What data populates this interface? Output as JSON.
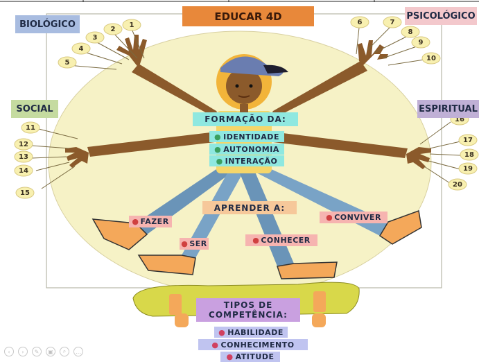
{
  "title": "EDUCAR 4D",
  "dimensions": {
    "biologico": "BIOLÓGICO",
    "psicologico": "PSICOLÓGICO",
    "social": "SOCIAL",
    "espiritual": "ESPIRITUAL"
  },
  "formacao": {
    "heading": "FORMAÇÃO DA:",
    "items": [
      "IDENTIDADE",
      "AUTONOMIA",
      "INTERAÇÃO"
    ]
  },
  "aprender": {
    "heading": "APRENDER A:",
    "items": [
      "FAZER",
      "SER",
      "CONHECER",
      "CONVIVER"
    ]
  },
  "competencia": {
    "heading_line1": "TIPOS DE",
    "heading_line2": "COMPETÊNCIA:",
    "items": [
      "HABILIDADE",
      "CONHECIMENTO",
      "ATITUDE"
    ]
  },
  "numbers": [
    "1",
    "2",
    "3",
    "4",
    "5",
    "6",
    "7",
    "8",
    "9",
    "10",
    "11",
    "12",
    "13",
    "14",
    "15",
    "16",
    "17",
    "18",
    "19",
    "20"
  ],
  "colors": {
    "title_bg": "#e8883a",
    "biologico_bg": "#a8bce0",
    "psicologico_bg": "#f3c8cc",
    "social_bg": "#c5dba0",
    "espiritual_bg": "#c0b0d6",
    "formacao_bg": "#8fe8e0",
    "aprender_bg": "#f6c89a",
    "competencia_bg": "#c9a0e0",
    "skin": "#8b5a2b",
    "jeans": "#6a94b8",
    "circle": "#f6f2c6",
    "skateboard": "#d8d84a"
  }
}
